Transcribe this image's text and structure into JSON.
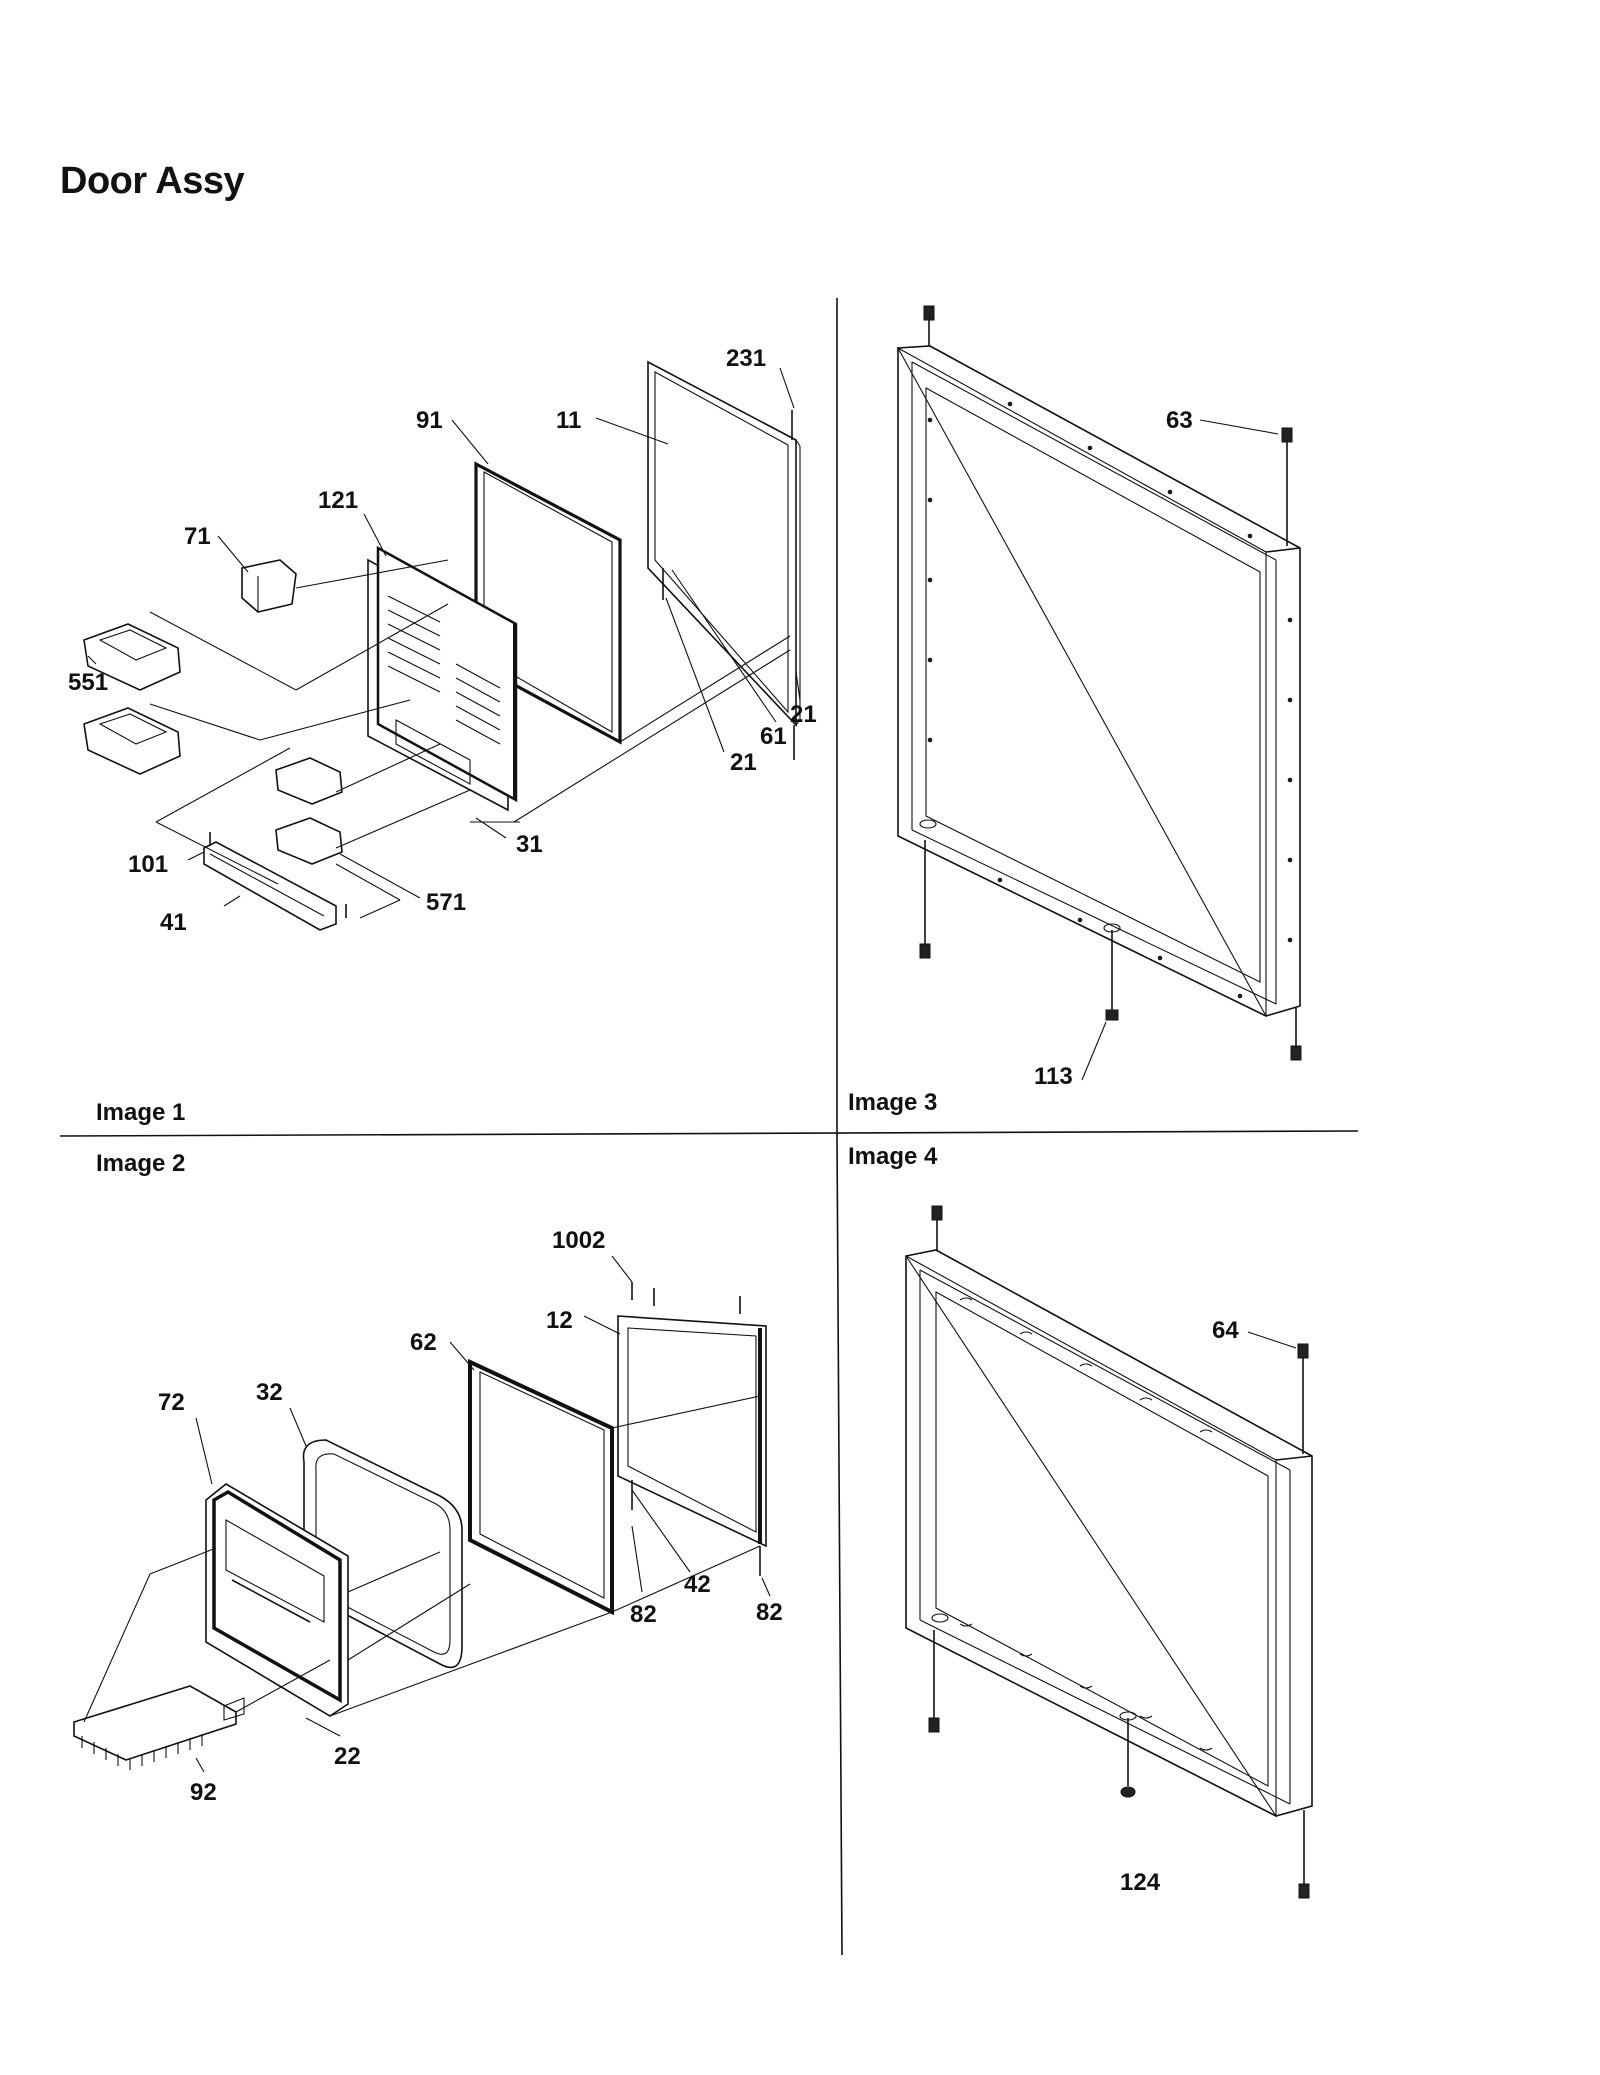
{
  "title": "Door Assy",
  "panels": {
    "image1": {
      "label": "Image 1"
    },
    "image2": {
      "label": "Image 2"
    },
    "image3": {
      "label": "Image 3"
    },
    "image4": {
      "label": "Image 4"
    }
  },
  "callouts": {
    "image1": [
      "231",
      "91",
      "11",
      "121",
      "71",
      "551",
      "61",
      "21",
      "21",
      "31",
      "101",
      "571",
      "41"
    ],
    "image2": [
      "1002",
      "12",
      "62",
      "72",
      "32",
      "42",
      "82",
      "82",
      "22",
      "92"
    ],
    "image3": [
      "63",
      "113"
    ],
    "image4": [
      "64",
      "124"
    ]
  }
}
